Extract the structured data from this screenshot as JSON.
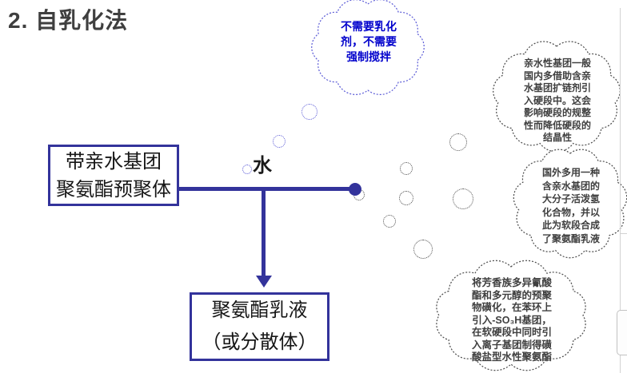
{
  "slide": {
    "title": "2. 自乳化法",
    "water_label": "水",
    "boxes": {
      "prepolymer": "带亲水基团\n聚氨酯预聚体",
      "emulsion": "聚氨酯乳液\n（或分散体）"
    },
    "clouds": {
      "top": "不需要乳化\n剂，不需要\n强制搅拌",
      "right1": "亲水性基团一般\n国内多借助含亲\n水基团扩链剂引\n入硬段中。这会\n影响硬段的规整\n性而降低硬段的\n结晶性",
      "right2": "国外多用一种\n含亲水基团的\n大分子活泼氢\n化合物，并以\n此为软段合成\n了聚氨酯乳液",
      "right3": "将芳香族多异氰酸\n酯和多元醇的预聚\n物磺化，在苯环上\n引入-SO₃H基团，\n在软硬段中同时引\n入离子基团制得磺\n酸盐型水性聚氨酯"
    },
    "colors": {
      "connector_navy": "#33339b",
      "cloud_blue_text": "#0000cc",
      "cloud_gray_text": "#3f3f3f"
    }
  }
}
